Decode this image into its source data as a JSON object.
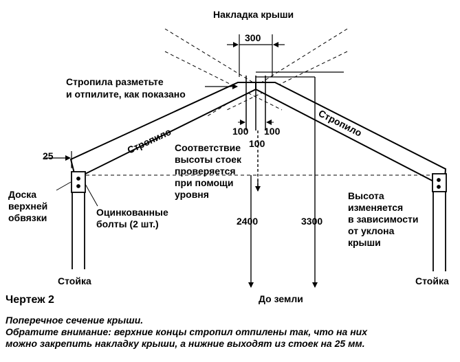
{
  "labels": {
    "roof_cap": "Накладка крыши",
    "dim_300": "300",
    "mark_line1": "Стропила разметьте",
    "mark_line2": "и отпилите, как показано",
    "rafter_left": "Стропило",
    "rafter_right": "Стропило",
    "dim_100_left": "100",
    "dim_100_right": "100",
    "dim_100_mid": "100",
    "dim_25": "25",
    "level_1": "Соответствие",
    "level_2": "высоты стоек",
    "level_3": "проверяется",
    "level_4": "при помощи",
    "level_5": "уровня",
    "top_plate_1": "Доска",
    "top_plate_2": "верхней",
    "top_plate_3": "обвязки",
    "bolts_1": "Оцинкованные",
    "bolts_2": "болты (2 шт.)",
    "dim_2400": "2400",
    "dim_3300": "3300",
    "height_1": "Высота",
    "height_2": "изменяется",
    "height_3": "в зависимости",
    "height_4": "от уклона",
    "height_5": "крыши",
    "post_left": "Стойка",
    "post_right": "Стойка",
    "to_ground": "До земли"
  },
  "caption": {
    "title": "Чертеж 2",
    "line1": "Поперечное сечение крыши.",
    "line2": "Обратите внимание: верхние концы стропил отпилены так, что на них",
    "line3": "можно закрепить накладку крыши, а нижние выходят из стоек на 25 мм."
  }
}
